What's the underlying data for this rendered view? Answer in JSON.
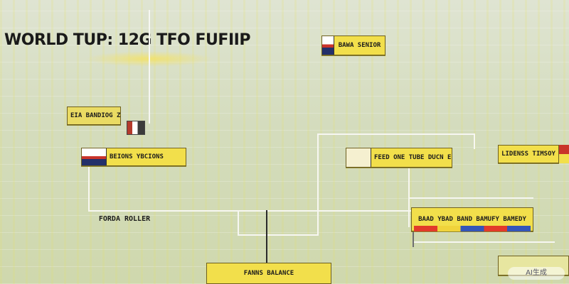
{
  "page": {
    "title": "WORLD TUP: 12G TFO FUFIIP",
    "watermark": "AI生成"
  },
  "nodes": [
    {
      "id": "n1",
      "label": "BAWA SENIOR"
    },
    {
      "id": "n2",
      "label": "EIA BANDIOG ZAK VALUTEY"
    },
    {
      "id": "n3",
      "label": "BEIONS YBCIONS"
    },
    {
      "id": "n4",
      "label": "FEED ONE TUBE DUCN EIRY FBA"
    },
    {
      "id": "n5",
      "label": "LIDENSS TIMSOY"
    },
    {
      "id": "n6",
      "label": "FORDA ROLLER"
    },
    {
      "id": "n7",
      "label": "BAAD YBAD BAND BAMUFY BAMEDY"
    },
    {
      "id": "n8",
      "label": "FANNS BALANCE"
    }
  ],
  "colors": {
    "node_fill": "#f2df4b",
    "connector": "#f7f7f2",
    "stem": "#2a2a2a",
    "background": "#d4dcbd"
  },
  "icons": [
    "flag-icon",
    "trophy-icon"
  ]
}
